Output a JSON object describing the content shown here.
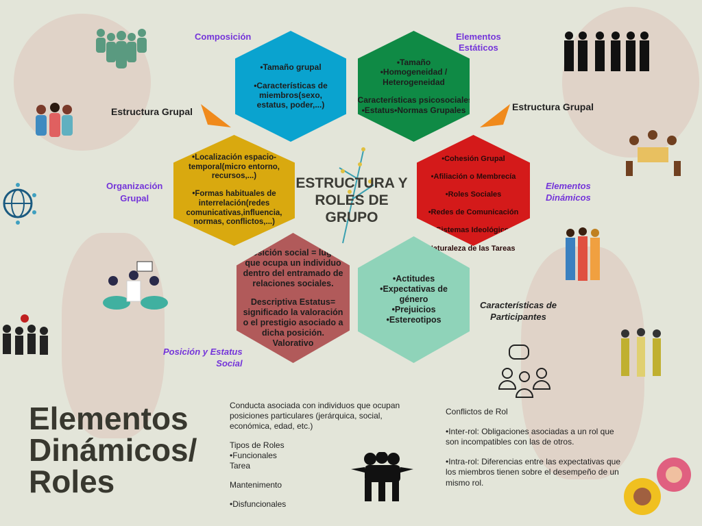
{
  "center_title": [
    "ESTRUCTURA Y",
    "ROLES DE",
    "GRUPO"
  ],
  "labels": {
    "composicion": "Composición",
    "elementos_estaticos": [
      "Elementos",
      "Estáticos"
    ],
    "estructura_grupal_left": "Estructura Grupal",
    "estructura_grupal_right": "Estructura Grupal",
    "organizacion_grupal": [
      "Organización",
      "Grupal"
    ],
    "elementos_dinamicos": [
      "Elementos",
      "Dinámicos"
    ],
    "caracteristicas_participantes": [
      "Características de",
      "Participantes"
    ],
    "posicion_estatus": [
      "Posición y Estatus",
      "Social"
    ]
  },
  "hexagons": {
    "composicion": [
      "•Tamaño grupal",
      "",
      "•Características de",
      "miembros(sexo,",
      "estatus, poder,...)"
    ],
    "estaticos": [
      "•Tamaño",
      "•Homogeneidad /",
      "Heterogeneidad",
      "",
      "•Características psicosociales",
      "•Estatus•Normas Grupales"
    ],
    "organizacion": [
      "•Localización espacio-",
      "temporal(micro entorno,",
      "recursos,...)",
      "",
      "•Formas habituales de",
      "interrelación(redes",
      "comunicativas,influencia,",
      "normas, conflictos,...)"
    ],
    "dinamicos": [
      "•Cohesión Grupal",
      "•Afiliación o Membrecía",
      "•Roles Sociales",
      "•Redes de Comunicación",
      "•Sistemas Ideológicos",
      "•Naturaleza de las Tareas"
    ],
    "posicion": [
      "Posición social = lugar",
      "que ocupa un individuo",
      "dentro del entramado de",
      "relaciones sociales.",
      "",
      "Descriptiva Estatus=",
      "significado la valoración",
      "o el prestigio asociado a",
      "dicha posición.",
      "Valorativo"
    ],
    "participantes": [
      "•Actitudes",
      "•Expectativas de",
      "género",
      "•Prejuicios",
      "•Estereotipos"
    ]
  },
  "bottom_title": [
    "Elementos",
    "Dinámicos/",
    "Roles"
  ],
  "roles_text": [
    "Conducta asociada con individuos que ocupan",
    "posiciones particulares (jerárquica, social,",
    "económica, edad, etc.)",
    "",
    "Tipos de Roles",
    "•Funcionales",
    "Tarea",
    "",
    "Mantenimento",
    "",
    "•Disfuncionales"
  ],
  "conflictos_text": [
    "Conflictos de Rol",
    "",
    "•Inter-rol: Obligaciones asociadas a un rol que",
    "son incompatibles con las de otros.",
    "",
    "•Intra-rol: Diferencias entre las expectativas que",
    "los miembros tienen sobre el desempeño de un",
    "mismo rol."
  ],
  "colors": {
    "blue": "#0aa3cf",
    "green": "#0f8a45",
    "yellow": "#d9a90f",
    "red": "#d41a1a",
    "brown": "#b15a5a",
    "teal": "#8fd3b9",
    "purple": "#7434d9",
    "arrow": "#f08a1c"
  }
}
